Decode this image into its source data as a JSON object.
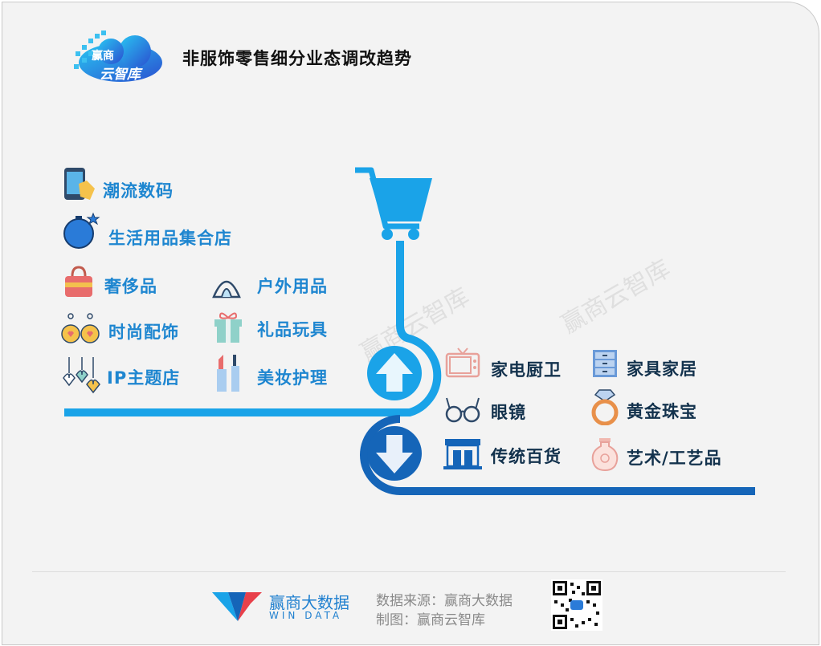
{
  "header": {
    "title": "非服饰零售细分业态调改趋势",
    "logo_line1": "赢商",
    "logo_line2": "云智库"
  },
  "rising": {
    "items": [
      {
        "label": "潮流数码",
        "icon": "smartphone-icon"
      },
      {
        "label": "生活用品集合店",
        "icon": "ornament-icon"
      },
      {
        "label": "奢侈品",
        "icon": "handbag-icon"
      },
      {
        "label": "户外用品",
        "icon": "tent-icon"
      },
      {
        "label": "时尚配饰",
        "icon": "earrings-icon"
      },
      {
        "label": "礼品玩具",
        "icon": "gift-icon"
      },
      {
        "label": "IP主题店",
        "icon": "hearts-icon"
      },
      {
        "label": "美妆护理",
        "icon": "cosmetics-icon"
      }
    ]
  },
  "falling": {
    "items": [
      {
        "label": "家电厨卫",
        "icon": "tv-icon"
      },
      {
        "label": "家具家居",
        "icon": "cabinet-icon"
      },
      {
        "label": "眼镜",
        "icon": "glasses-icon"
      },
      {
        "label": "黄金珠宝",
        "icon": "ring-icon"
      },
      {
        "label": "传统百货",
        "icon": "storefront-icon"
      },
      {
        "label": "艺术/工艺品",
        "icon": "vase-icon"
      }
    ]
  },
  "watermark": "赢商云智库",
  "footer": {
    "brand": "赢商大数据",
    "brand_sub": "WIN DATA",
    "source": "数据来源：赢商大数据",
    "maker": "制图：赢商云智库"
  },
  "colors": {
    "accent_light": "#1aa3e8",
    "accent_dark": "#1565b8",
    "text_blue": "#1e86d0",
    "text_dark": "#13324d"
  }
}
